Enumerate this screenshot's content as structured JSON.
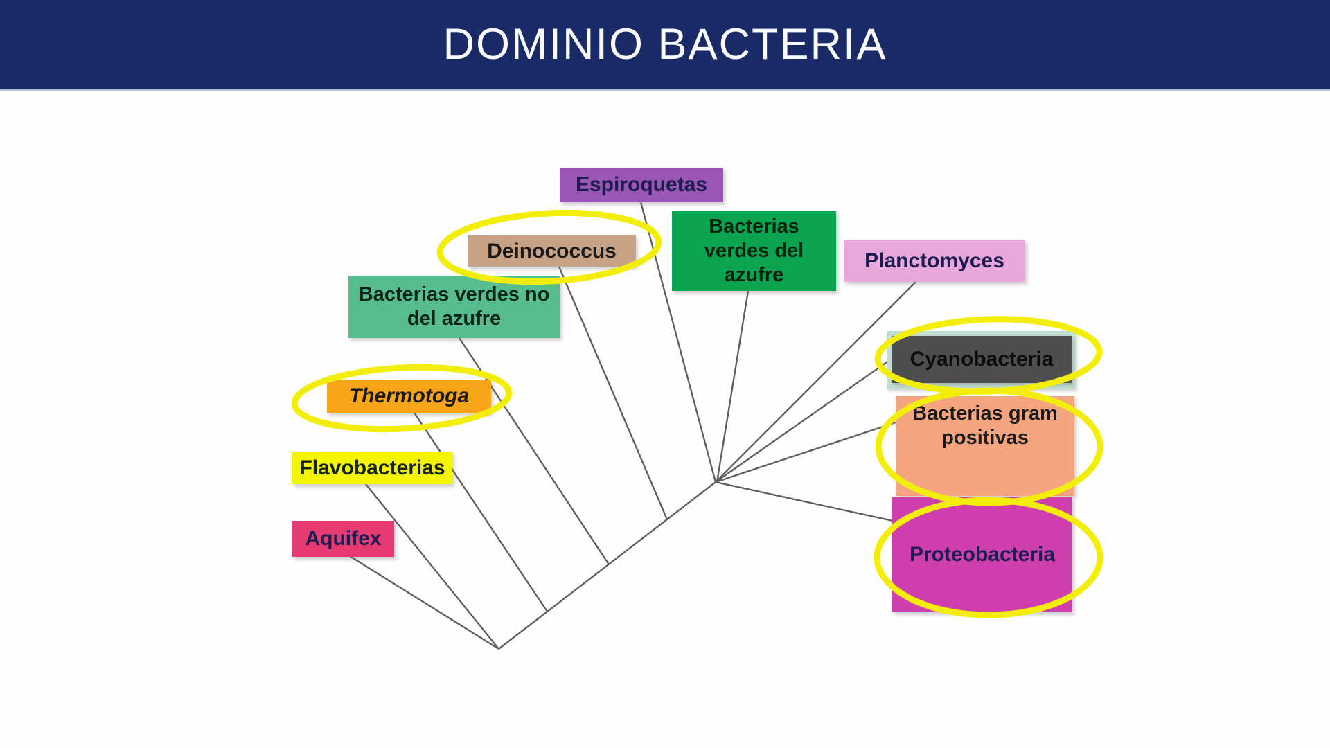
{
  "slide": {
    "title": "DOMINIO BACTERIA",
    "header_bg": "#1a2a66",
    "title_color": "#f8fafd",
    "background": "#fefefe"
  },
  "diagram": {
    "type": "phylogenetic-tree",
    "line_color": "#5f5f5f",
    "highlight_color": "#f2ee0a",
    "nodes": [
      {
        "id": "espiroquetas",
        "label": "Espiroquetas",
        "bg": "#9b55b4",
        "text_color": "#1c1c50",
        "highlighted": false
      },
      {
        "id": "deinococcus",
        "label": "Deinococcus",
        "bg": "#c8a284",
        "text_color": "#1a1a1a",
        "highlighted": true
      },
      {
        "id": "bacterias-verdes-del-azufre",
        "label": "Bacterias\nverdes del\nazufre",
        "bg": "#0aa350",
        "text_color": "#06230f",
        "highlighted": false
      },
      {
        "id": "planctomyces",
        "label": "Planctomyces",
        "bg": "#e9a8db",
        "text_color": "#1c1c50",
        "highlighted": false
      },
      {
        "id": "bacterias-verdes-no-del-azufre",
        "label": "Bacterias verdes no\ndel azufre",
        "bg": "#57bd8f",
        "text_color": "#0a2417",
        "highlighted": false
      },
      {
        "id": "thermotoga",
        "label": "Thermotoga",
        "bg": "#f7a517",
        "text_color": "#1a1a1a",
        "highlighted": true,
        "italic": true
      },
      {
        "id": "flavobacterias",
        "label": "Flavobacterias",
        "bg": "#f4f405",
        "text_color": "#13230f",
        "highlighted": false
      },
      {
        "id": "aquifex",
        "label": "Aquifex",
        "bg": "#e73a72",
        "text_color": "#1c1c50",
        "highlighted": false
      },
      {
        "id": "cyanobacteria",
        "label": "Cyanobacteria",
        "bg": "#4e4e4e",
        "text_color": "#0d0d0d",
        "highlighted": true,
        "underlay_color": "#c2ded2"
      },
      {
        "id": "bacterias-gram-positivas",
        "label": "Bacterias gram\npositivas",
        "bg": "#f4a47f",
        "text_color": "#1a1a1a",
        "highlighted": true
      },
      {
        "id": "proteobacteria",
        "label": "Proteobacteria",
        "bg": "#cf3ead",
        "text_color": "#1c1c50",
        "highlighted": true
      }
    ],
    "topology": {
      "root_children": [
        "aquifex",
        "flavobacterias",
        "spine"
      ],
      "spine_junctions": [
        {
          "junction": 1,
          "child": "thermotoga"
        },
        {
          "junction": 2,
          "child": "bacterias-verdes-no-del-azufre"
        },
        {
          "junction": 3,
          "child": "deinococcus"
        }
      ],
      "hub_children": [
        "espiroquetas",
        "bacterias-verdes-del-azufre",
        "planctomyces",
        "cyanobacteria",
        "bacterias-gram-positivas",
        "proteobacteria"
      ]
    }
  }
}
